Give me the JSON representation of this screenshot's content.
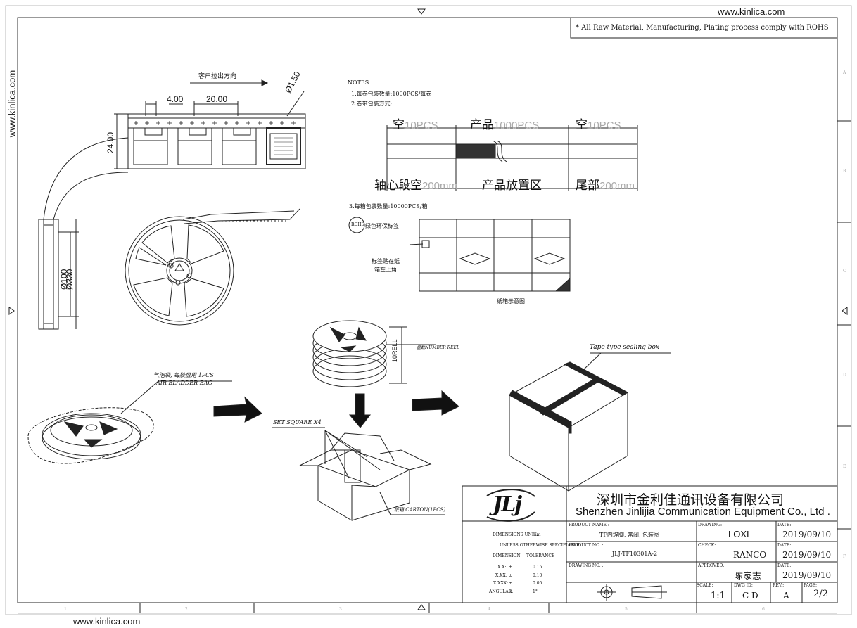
{
  "watermark": {
    "site": "www.kinlica.com"
  },
  "header_note": "* All Raw Material, Manufacturing, Plating process comply with ROHS",
  "border": {
    "top_numbers": [],
    "bottom_numbers": [
      "1",
      "2",
      "3",
      "4",
      "5",
      "6"
    ],
    "right_letters": [
      "A",
      "B",
      "C",
      "D",
      "E",
      "F"
    ]
  },
  "tape": {
    "direction_label": "客户拉出方向",
    "dim_pitch": "4.00",
    "dim_pocket": "20.00",
    "dim_hole": "Ø1.50",
    "dim_width": "24.00"
  },
  "reel": {
    "dim_hub": "Ø100",
    "dim_outer": "Ø330"
  },
  "notes": {
    "title": "NOTES",
    "line1": "1.每卷包装数量:1000PCS/每卷",
    "line2": "2.卷带包装方式:",
    "line3": "3.每箱包装数量:10000PCS/箱",
    "seg_top": [
      {
        "zh": "空",
        "en": "10PCS"
      },
      {
        "zh": "产品",
        "en": "1000PCS"
      },
      {
        "zh": "空",
        "en": "10PCS"
      }
    ],
    "seg_bottom": [
      {
        "zh": "轴心段空",
        "en": "200mm"
      },
      {
        "zh": "产品放置区",
        "en": ""
      },
      {
        "zh": "尾部",
        "en": "200mm"
      }
    ]
  },
  "carton_diagram": {
    "rohs": "ROHS",
    "rohs_label": "绿色环保标签",
    "label_pos_1": "标签贴在纸",
    "label_pos_2": "箱左上角",
    "caption": "纸箱示意图"
  },
  "process": {
    "reel_stack_label": "10RELL",
    "reel_stack_note": "盘数NUMBER REEL",
    "bag_zh": "气泡袋, 每胶盘用   1PCS",
    "bag_en": "AIR BLADDER BAG",
    "set_square": "SET SQUARE X4",
    "carton_label": "纸箱  CARTON(1PCS)",
    "tape_seal": "Tape type sealing box"
  },
  "title_block": {
    "logo": "JLj",
    "company_zh": "深圳市金利佳通讯设备有限公司",
    "company_en": "Shenzhen Jinlijia Communication Equipment Co., Ltd .",
    "dims_unit_label": "DIMENSIONS UNIT:",
    "dims_unit": "mm",
    "unless": "UNLESS OTHERWISE SPECIFIABLE",
    "dim_header": "DIMENSION",
    "tol_header": "TOLERANCE",
    "tolerances": [
      {
        "d": "X.X:",
        "pm": "±",
        "v": "0.15"
      },
      {
        "d": "X.XX:",
        "pm": "±",
        "v": "0.10"
      },
      {
        "d": "X.XXX:",
        "pm": "±",
        "v": "0.05"
      },
      {
        "d": "ANGULAR:",
        "pm": "±",
        "v": "1°"
      }
    ],
    "product_name_label": "PRODUCT NAME :",
    "product_name": "TF内焊脚, 常闭, 包装图",
    "product_no_label": "PRODUCT NO. :",
    "product_no": "JLJ-TF10301A-2",
    "drawing_no_label": "DRAWING NO. :",
    "drawing_label": "DRAWING:",
    "drawing": "LOXI",
    "check_label": "CHECK:",
    "check": "RANCO",
    "approved_label": "APPROVED:",
    "approved": "陈家志",
    "date_label": "DATE:",
    "dates": [
      "2019/09/10",
      "2019/09/10",
      "2019/09/10"
    ],
    "scale_label": "SCALE:",
    "scale": "1:1",
    "dwg_id_label": "DWG ID:",
    "dwg_id": "C D",
    "rev_label": "REV.:",
    "rev": "A",
    "page_label": "PAGE:",
    "page": "2/2"
  }
}
